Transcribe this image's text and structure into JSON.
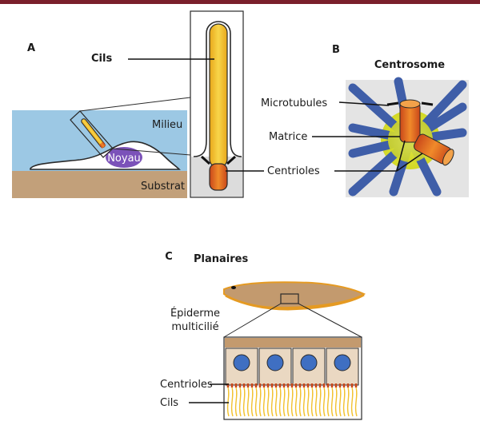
{
  "panel_a": {
    "letter": "A",
    "title": "Cils",
    "label_medium": "Milieu",
    "label_nucleus": "Noyau",
    "label_substrate": "Substrat",
    "label_centrioles": "Centrioles"
  },
  "panel_b": {
    "letter": "B",
    "title": "Centrosome",
    "label_microtubules": "Microtubules",
    "label_matrix": "Matrice",
    "label_centrioles": "Centrioles"
  },
  "panel_c": {
    "letter": "C",
    "title": "Planaires",
    "label_epidermis_1": "Épiderme",
    "label_epidermis_2": "multicilié",
    "label_centrioles": "Centrioles",
    "label_cilia": "Cils"
  },
  "colors": {
    "top_bar": "#7a1f2b",
    "medium": "#9cc8e4",
    "substrate": "#c2a07a",
    "nucleus": "#7b52b9",
    "cilium": "#f2c230",
    "centriole": "#e06a1e",
    "microtubule": "#3f5ea8",
    "matrix": "#d8dd2a",
    "planarian": "#c39a6e",
    "planarian_edge": "#e59a22",
    "cell": "#ead8c2",
    "cell_nucleus": "#3f6fc2"
  }
}
